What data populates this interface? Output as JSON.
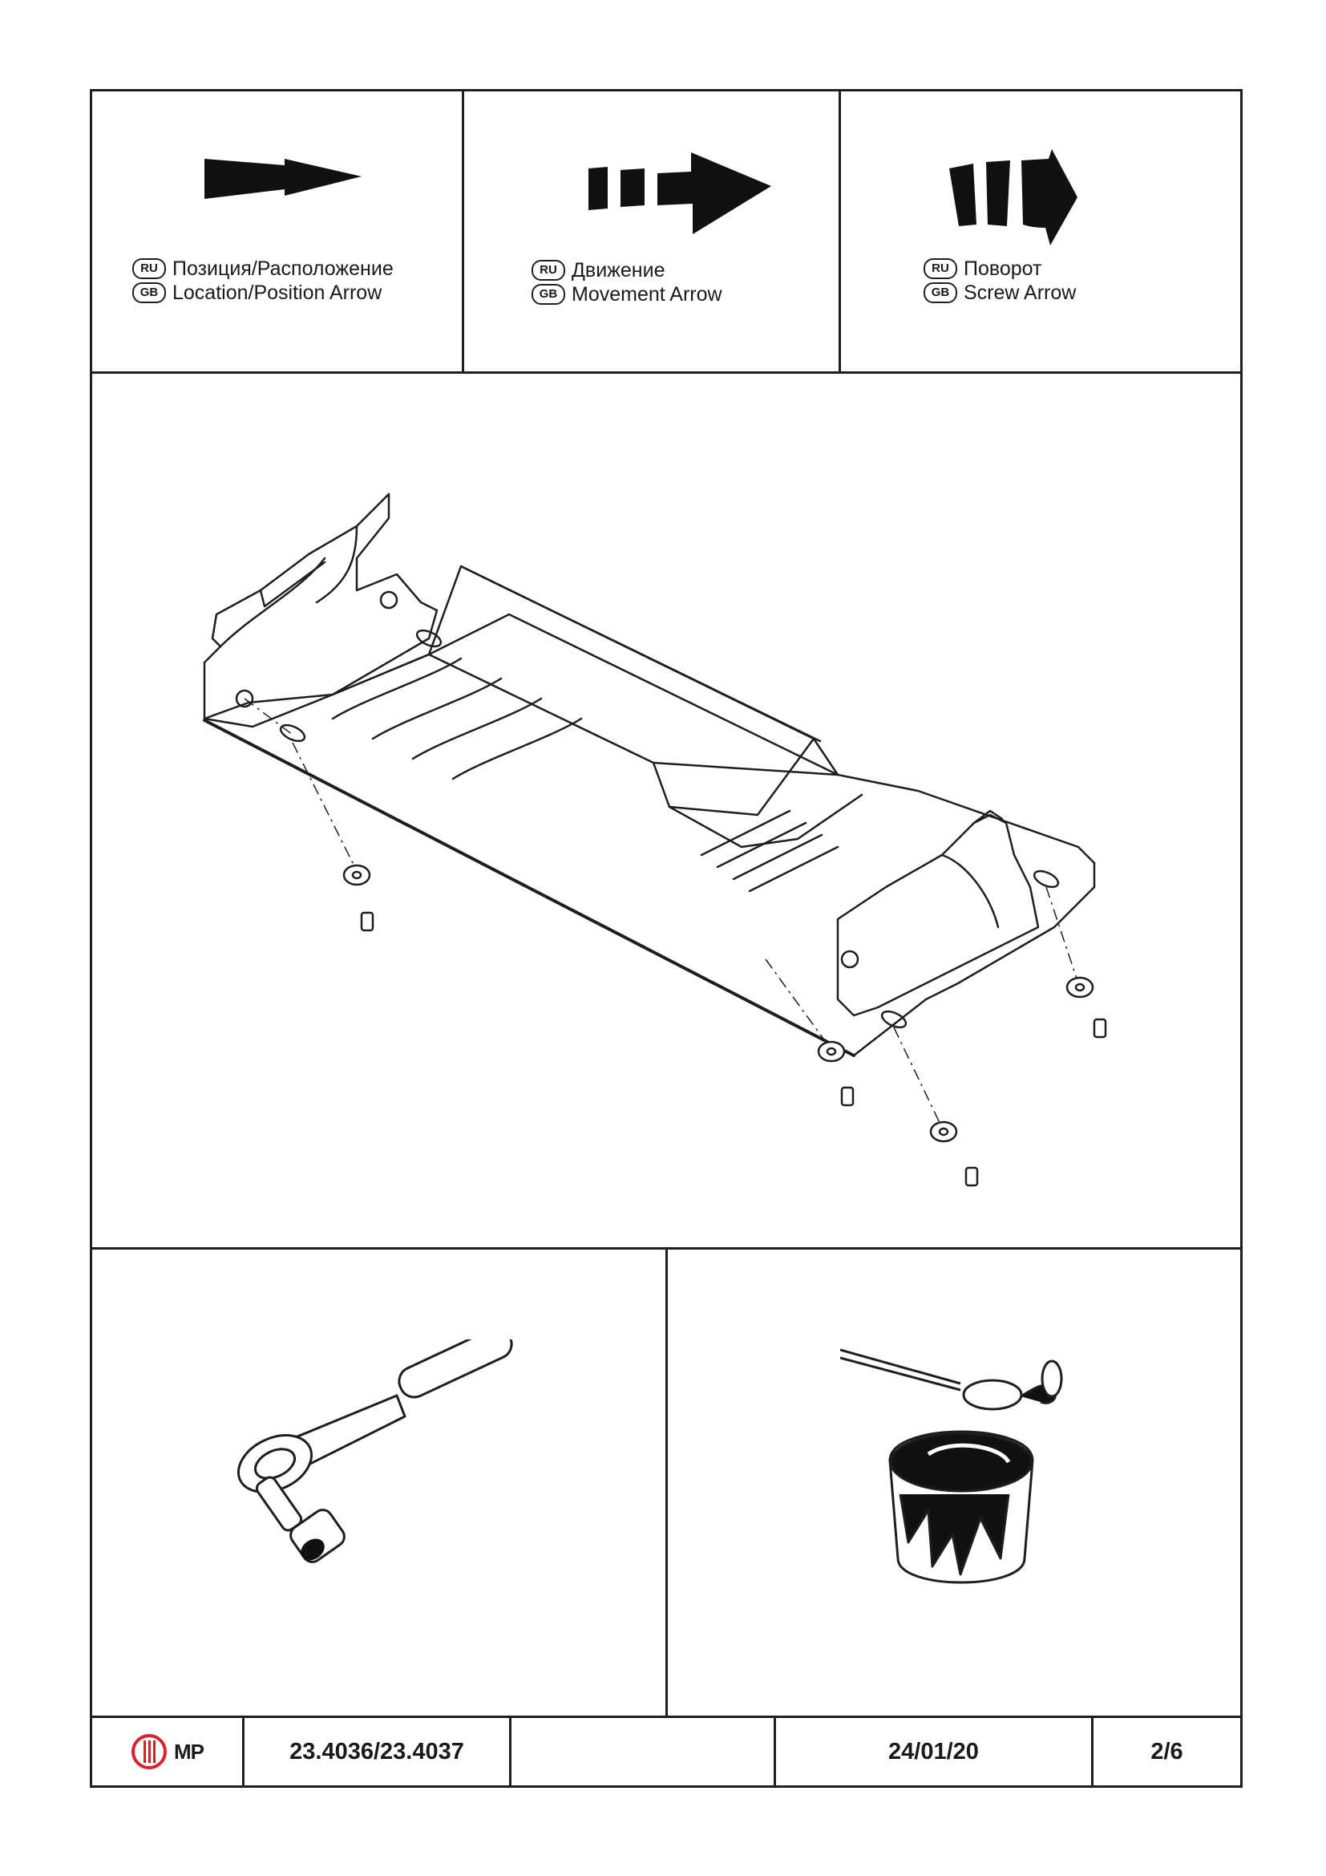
{
  "legend": [
    {
      "ru_badge": "RU",
      "ru_text": "Позиция/Расположение",
      "gb_badge": "GB",
      "gb_text": "Location/Position Arrow",
      "icon": "location-arrow-icon"
    },
    {
      "ru_badge": "RU",
      "ru_text": "Движение",
      "gb_badge": "GB",
      "gb_text": "Movement Arrow",
      "icon": "movement-arrow-icon"
    },
    {
      "ru_badge": "RU",
      "ru_text": "Поворот",
      "gb_badge": "GB",
      "gb_text": "Screw Arrow",
      "icon": "screw-arrow-icon"
    }
  ],
  "main": {
    "illustration": "skid-plate-exploded-assembly"
  },
  "tools": [
    {
      "icon": "ratchet-wrench-icon"
    },
    {
      "icon": "paint-brush-and-can-icon"
    }
  ],
  "footer": {
    "brand": "MP",
    "part_number": "23.4036/23.4037",
    "blank": "",
    "date": "24/01/20",
    "page": "2/6"
  },
  "colors": {
    "line": "#1e1e1e",
    "brand_red": "#d6202a",
    "paper": "#ffffff"
  }
}
